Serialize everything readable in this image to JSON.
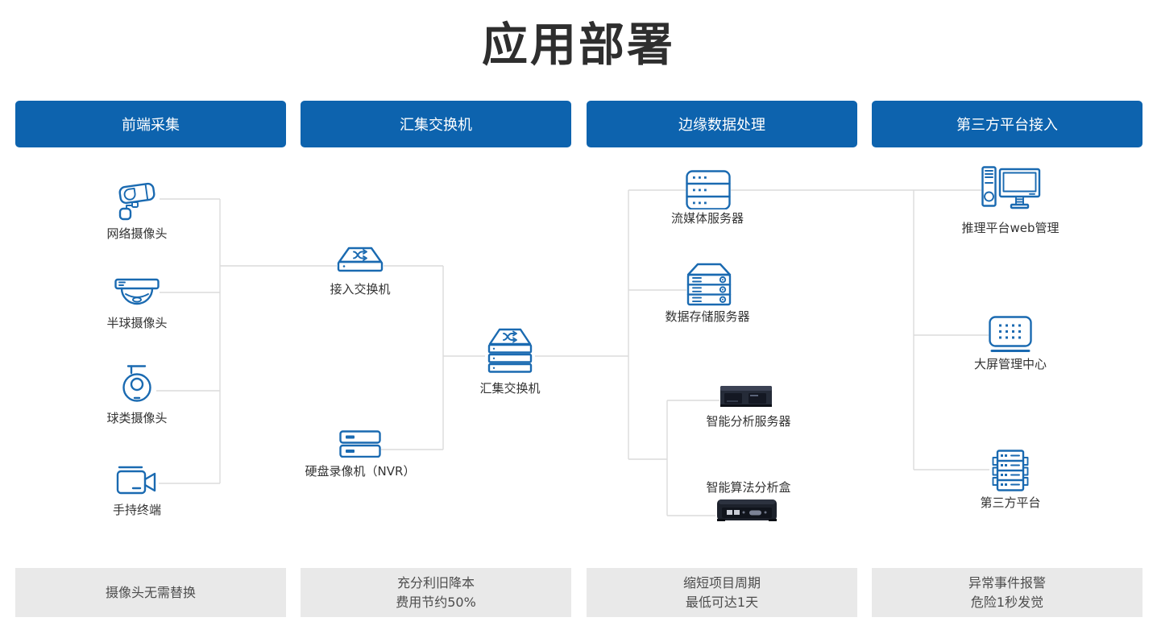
{
  "title": "应用部署",
  "colors": {
    "header_blue": "#0d63ae",
    "icon_blue": "#1a6ab1",
    "line_gray": "#dcdcdc",
    "footer_bg": "#e9e9e9",
    "footer_text": "#4d4d4d",
    "label_text": "#333333",
    "title_color": "#2e2e2e"
  },
  "columns": [
    {
      "header": "前端采集",
      "footer_line1": "摄像头无需替换",
      "footer_line2": ""
    },
    {
      "header": "汇集交换机",
      "footer_line1": "充分利旧降本",
      "footer_line2": "费用节约50%"
    },
    {
      "header": "边缘数据处理",
      "footer_line1": "缩短项目周期",
      "footer_line2": "最低可达1天"
    },
    {
      "header": "第三方平台接入",
      "footer_line1": "异常事件报警",
      "footer_line2": "危险1秒发觉"
    }
  ],
  "nodes": {
    "network_camera": {
      "label": "网络摄像头",
      "icon": "bullet-camera-icon"
    },
    "dome_camera": {
      "label": "半球摄像头",
      "icon": "dome-camera-icon"
    },
    "ball_camera": {
      "label": "球类摄像头",
      "icon": "ptz-camera-icon"
    },
    "handheld_terminal": {
      "label": "手持终端",
      "icon": "handheld-camera-icon"
    },
    "access_switch": {
      "label": "接入交换机",
      "icon": "switch-icon"
    },
    "nvr": {
      "label": "硬盘录像机（NVR）",
      "icon": "nvr-icon"
    },
    "aggregation_switch": {
      "label": "汇集交换机",
      "icon": "stacked-switch-icon"
    },
    "streaming_server": {
      "label": "流媒体服务器",
      "icon": "server-dots-icon"
    },
    "storage_server": {
      "label": "数据存储服务器",
      "icon": "storage-server-icon"
    },
    "analysis_server": {
      "label": "智能分析服务器",
      "icon": "rack-server-photo"
    },
    "algorithm_box": {
      "label": "智能算法分析盒",
      "icon": "edge-box-photo"
    },
    "web_management": {
      "label": "推理平台web管理",
      "icon": "desktop-computer-icon"
    },
    "big_screen": {
      "label": "大屏管理中心",
      "icon": "led-screen-icon"
    },
    "third_party": {
      "label": "第三方平台",
      "icon": "platform-server-icon"
    }
  }
}
